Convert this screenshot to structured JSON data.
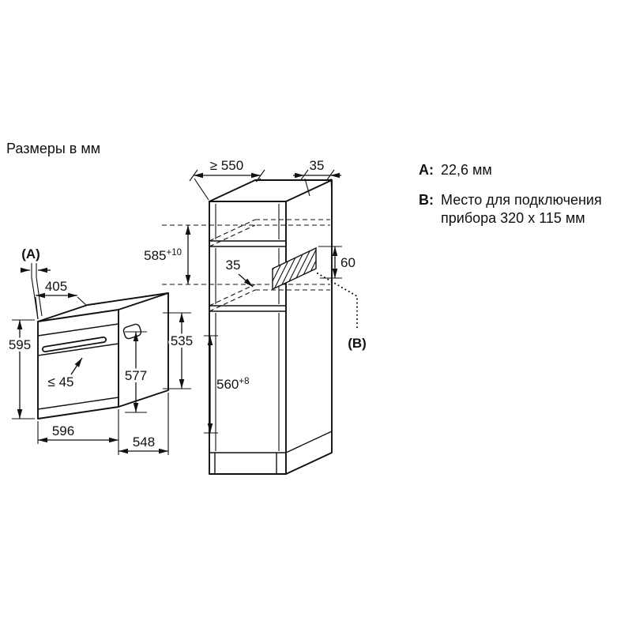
{
  "title": "Размеры в мм",
  "legend": {
    "a_key": "A:",
    "a_value": "22,6 мм",
    "b_key": "B:",
    "b_line1": "Место для подключения",
    "b_line2": "прибора 320 x 115 мм"
  },
  "oven": {
    "label_a": "(A)",
    "dims": {
      "top_depth": "405",
      "height": "595",
      "handle": "≤ 45",
      "front_inner_height": "577",
      "body_height": "535",
      "width": "596",
      "depth": "548"
    }
  },
  "cabinet": {
    "label_b": "(B)",
    "dims": {
      "depth_min": "≥ 550",
      "rear_gap": "35",
      "niche_height": "585",
      "niche_height_tol": "+10",
      "conn_offset": "35",
      "conn_height": "60",
      "niche_width": "560",
      "niche_width_tol": "+8"
    }
  }
}
